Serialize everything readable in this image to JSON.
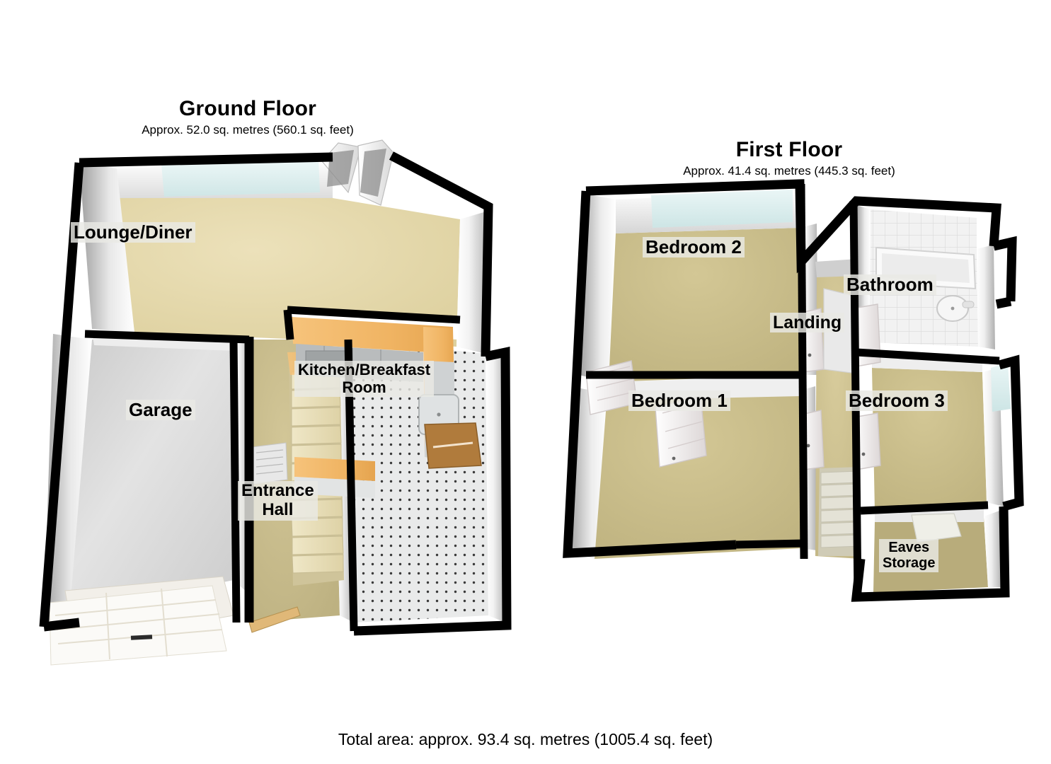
{
  "document": {
    "type": "property-floorplan",
    "total_area_text": "Total area: approx. 93.4 sq. metres (1005.4 sq. feet)"
  },
  "floors": [
    {
      "id": "ground",
      "title": "Ground Floor",
      "area_text": "Approx. 52.0 sq. metres (560.1 sq. feet)",
      "area_sq_metres": "52.0",
      "area_sq_feet": "560.1",
      "rooms": [
        {
          "name": "Lounge/Diner",
          "label": "Lounge/Diner",
          "floor_finish": "carpet-cream"
        },
        {
          "name": "Garage",
          "label": "Garage",
          "floor_finish": "concrete-grey"
        },
        {
          "name": "Kitchen/Breakfast Room",
          "label_line1": "Kitchen/Breakfast",
          "label_line2": "Room",
          "floor_finish": "tile-dotted"
        },
        {
          "name": "Entrance Hall",
          "label_line1": "Entrance",
          "label_line2": "Hall",
          "floor_finish": "carpet-khaki"
        }
      ]
    },
    {
      "id": "first",
      "title": "First Floor",
      "area_text": "Approx. 41.4 sq. metres (445.3 sq. feet)",
      "area_sq_metres": "41.4",
      "area_sq_feet": "445.3",
      "rooms": [
        {
          "name": "Bedroom 2",
          "label": "Bedroom 2",
          "floor_finish": "carpet-khaki"
        },
        {
          "name": "Bedroom 1",
          "label": "Bedroom 1",
          "floor_finish": "carpet-khaki"
        },
        {
          "name": "Bedroom 3",
          "label": "Bedroom 3",
          "floor_finish": "carpet-khaki"
        },
        {
          "name": "Bathroom",
          "label": "Bathroom",
          "floor_finish": "tile-white"
        },
        {
          "name": "Landing",
          "label": "Landing",
          "floor_finish": "carpet-khaki"
        },
        {
          "name": "Eaves Storage",
          "label_line1": "Eaves",
          "label_line2": "Storage",
          "floor_finish": "carpet-khaki"
        }
      ]
    }
  ],
  "colors": {
    "wall_outline": "#000000",
    "wall_face_light": "#ffffff",
    "wall_face_shade": "#cfcfcf",
    "carpet_cream": "#e7dcb2",
    "carpet_khaki": "#cfc390",
    "garage_floor": "#d9d9d9",
    "kitchen_tile": "#e9e9ea",
    "worktop_wood": "#f0b96a",
    "stairs": "#efe6c4",
    "bathroom_tile": "#efefef",
    "glazing": "#dff0ef",
    "label_background": "#e9e9e4",
    "text": "#000000"
  },
  "fixtures": {
    "ground": [
      "french-doors",
      "garage-door",
      "staircase",
      "kitchen-units",
      "sink",
      "hob",
      "radiator",
      "dining-table",
      "front-door"
    ],
    "first": [
      "door-bedroom-1",
      "door-bedroom-2",
      "door-bedroom-3",
      "door-bathroom",
      "door-landing",
      "bath",
      "wash-basin",
      "staircase-down",
      "eaves-hatch",
      "window-bedroom-2",
      "window-bedroom-3"
    ]
  }
}
